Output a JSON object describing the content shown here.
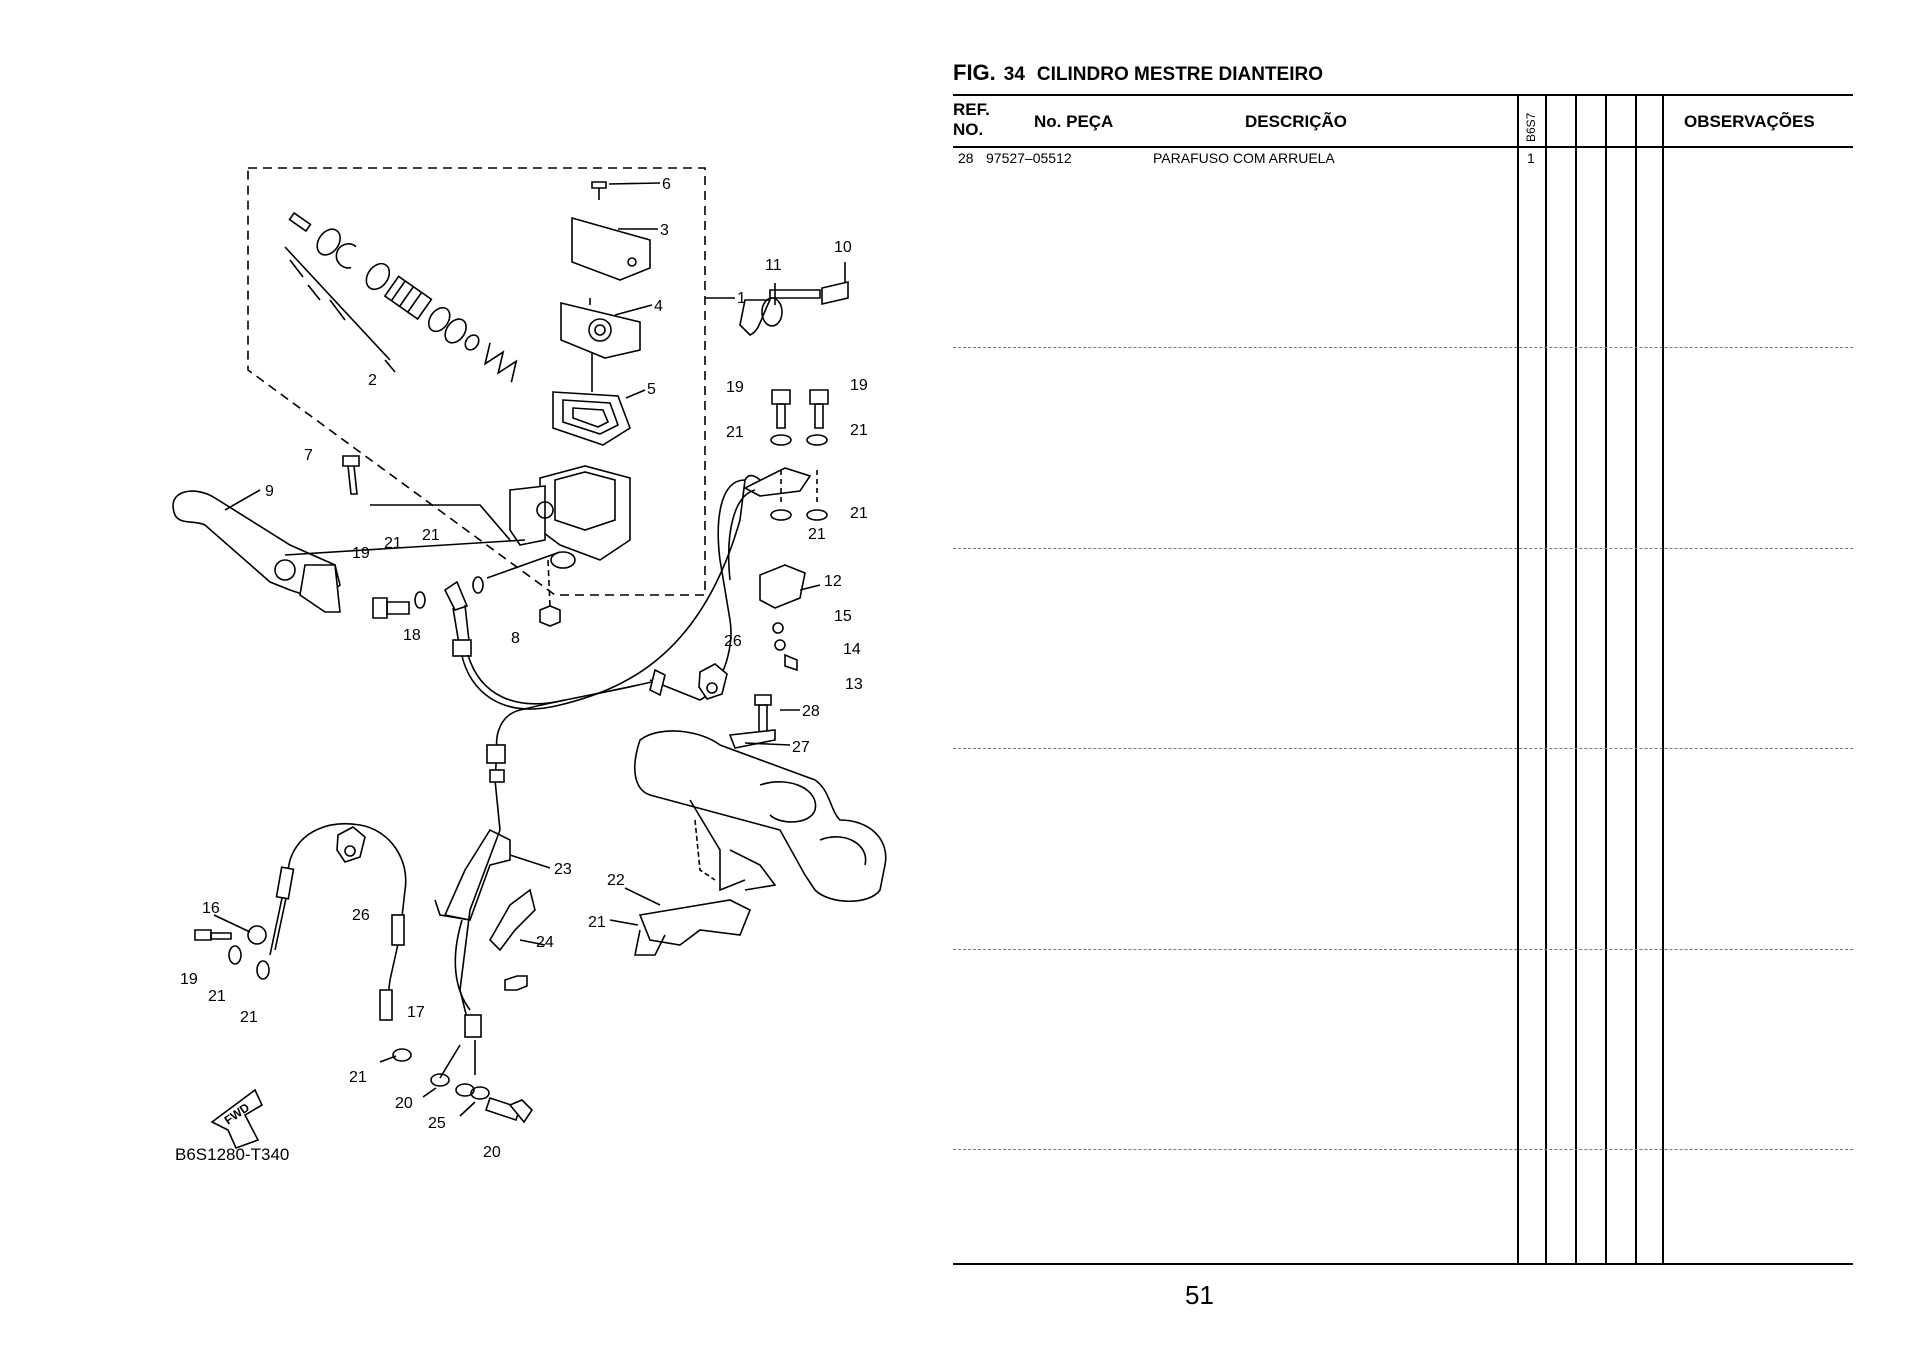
{
  "figure": {
    "prefix": "FIG.",
    "number": "34",
    "title": "CILINDRO MESTRE DIANTEIRO"
  },
  "table": {
    "headers": {
      "ref_line1": "REF.",
      "ref_line2": "NO.",
      "part_no": "No. PEÇA",
      "description": "DESCRIÇÃO",
      "model_code": "B6S7",
      "observations": "OBSERVAÇÕES"
    },
    "rows": [
      {
        "ref": "28",
        "part_no": "97527–05512",
        "description": "PARAFUSO COM ARRUELA",
        "qty": "1"
      }
    ]
  },
  "diagram": {
    "code": "B6S1280-T340",
    "fwd_label": "FWD",
    "callouts": [
      "1",
      "2",
      "3",
      "4",
      "5",
      "6",
      "7",
      "8",
      "9",
      "10",
      "11",
      "12",
      "13",
      "14",
      "15",
      "16",
      "17",
      "18",
      "19",
      "19",
      "19",
      "19",
      "20",
      "21",
      "21",
      "21",
      "21",
      "21",
      "21",
      "21",
      "21",
      "21",
      "21",
      "22",
      "23",
      "24",
      "25",
      "26",
      "26",
      "27",
      "28"
    ]
  },
  "page_number": "51"
}
